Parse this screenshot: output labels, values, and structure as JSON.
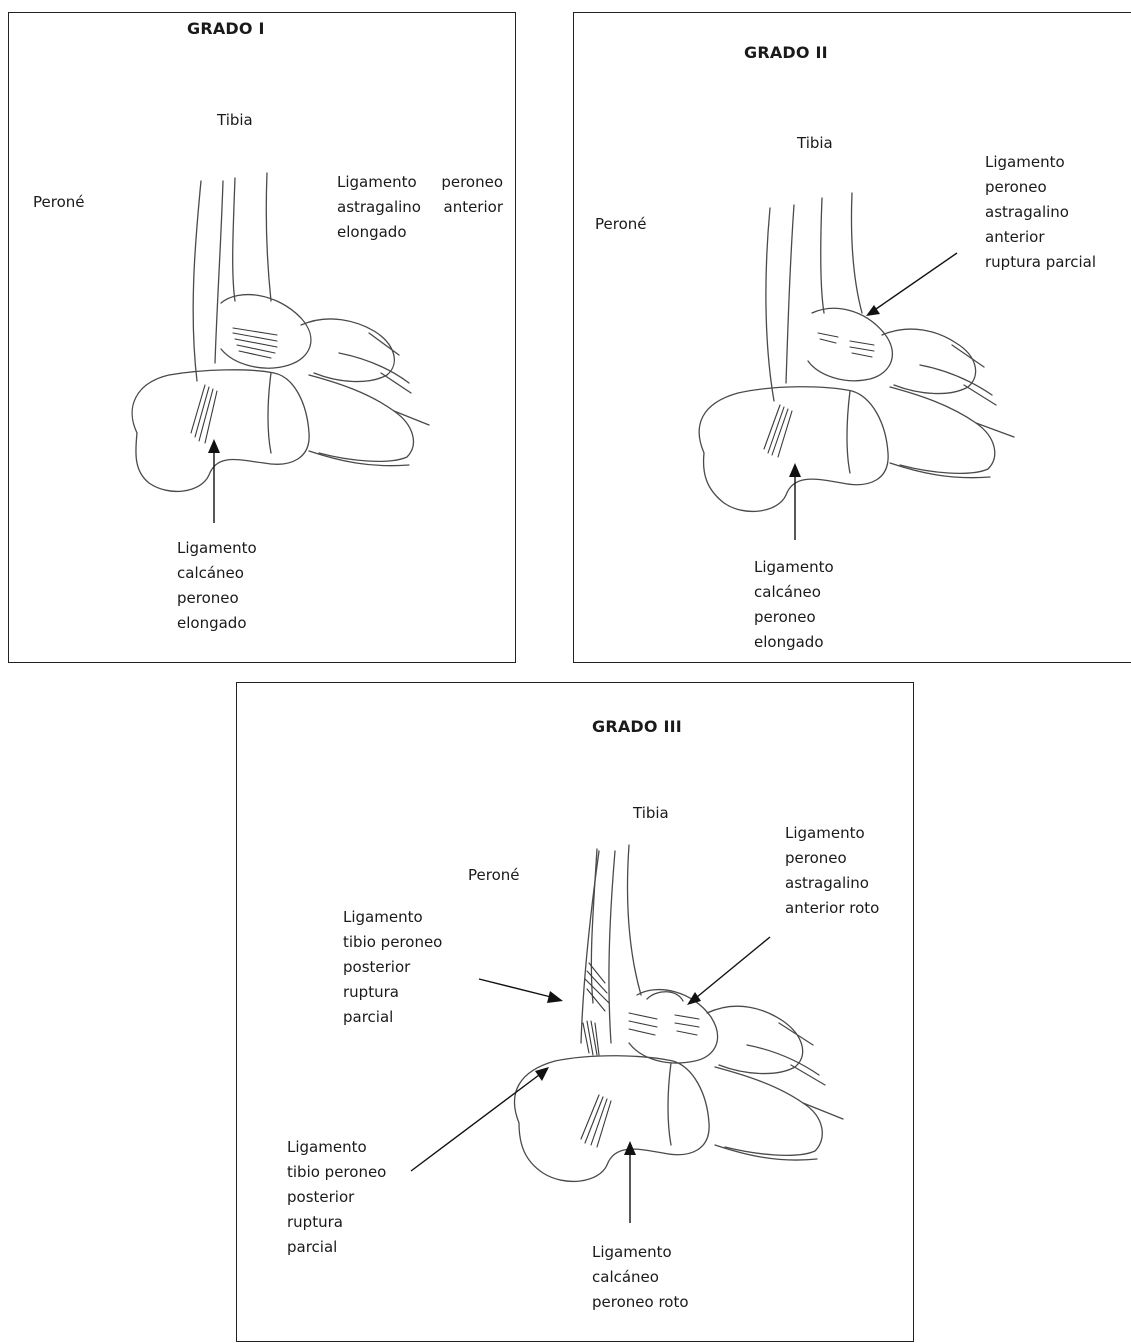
{
  "panels": [
    {
      "id": "grade-1",
      "title": "GRADO I",
      "labels": {
        "tibia": "Tibia",
        "perone": "Peroné",
        "anterior_ligament": "Ligamento  peroneo\nastragalino  anterior\nelongado",
        "calcaneo_ligament": "Ligamento\ncalcáneo\nperoneo\nelongado"
      }
    },
    {
      "id": "grade-2",
      "title": "GRADO II",
      "labels": {
        "tibia": "Tibia",
        "perone": "Peroné",
        "anterior_ligament": "Ligamento\nperoneo\nastragalino\nanterior\nruptura parcial",
        "calcaneo_ligament": "Ligamento\ncalcáneo\nperoneo\nelongado"
      }
    },
    {
      "id": "grade-3",
      "title": "GRADO III",
      "labels": {
        "tibia": "Tibia",
        "perone": "Peroné",
        "anterior_ligament": "Ligamento\nperoneo\nastragalino\nanterior roto",
        "tibio_peroneo_upper": "Ligamento\ntibio  peroneo\nposterior\nruptura\nparcial",
        "tibio_peroneo_lower": "Ligamento\ntibio  peroneo\nposterior\nruptura\nparcial",
        "calcaneo_ligament": "Ligamento\ncalcáneo\nperoneo roto"
      }
    }
  ]
}
